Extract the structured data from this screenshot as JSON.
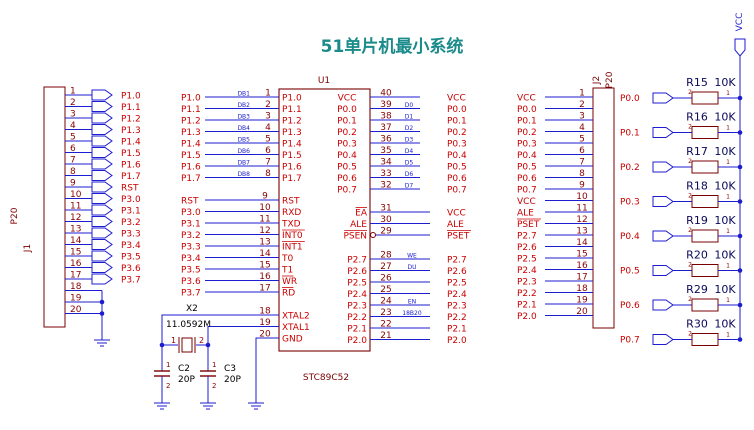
{
  "title": "51单片机最小系统",
  "colors": {
    "wire": "#1c1cd0",
    "body": "#7a0000",
    "pin": "#8a0000",
    "netlabel": "#cc0000",
    "title": "#1a8a8a",
    "resval": "#0a0a5a",
    "vcc": "#2222cc"
  },
  "j1": {
    "ref": "J1",
    "type": "P20",
    "pins": [
      "1",
      "2",
      "3",
      "4",
      "5",
      "6",
      "7",
      "8",
      "9",
      "10",
      "11",
      "12",
      "13",
      "14",
      "15",
      "16",
      "17",
      "18",
      "19",
      "20"
    ],
    "nets": [
      "P1.0",
      "P1.1",
      "P1.2",
      "P1.3",
      "P1.4",
      "P1.5",
      "P1.6",
      "P1.7",
      "RST",
      "P3.0",
      "P3.1",
      "P3.2",
      "P3.3",
      "P3.4",
      "P3.5",
      "P3.6",
      "P3.7"
    ]
  },
  "u1": {
    "ref": "U1",
    "part": "STC89C52",
    "left_top": {
      "ext": [
        "P1.0",
        "P1.1",
        "P1.2",
        "P1.3",
        "P1.4",
        "P1.5",
        "P1.6",
        "P1.7"
      ],
      "bus": [
        "DB1",
        "DB2",
        "DB3",
        "DB4",
        "DB5",
        "DB6",
        "DB7",
        "DB8"
      ],
      "pins": [
        "1",
        "2",
        "3",
        "4",
        "5",
        "6",
        "7",
        "8"
      ],
      "names": [
        "P1.0",
        "P1.1",
        "P1.2",
        "P1.3",
        "P1.4",
        "P1.5",
        "P1.6",
        "P1.7"
      ]
    },
    "left_bottom": {
      "ext": [
        "RST",
        "P3.0",
        "P3.1",
        "P3.2",
        "P3.3",
        "P3.4",
        "P3.5",
        "P3.6",
        "P3.7"
      ],
      "pins": [
        "9",
        "10",
        "11",
        "12",
        "13",
        "14",
        "15",
        "16",
        "17"
      ],
      "names": [
        "RST",
        "RXD",
        "TXD",
        "INT0",
        "INT1",
        "T0",
        "T1",
        "WR",
        "RD"
      ]
    },
    "left_clock": {
      "pins": [
        "18",
        "19",
        "20"
      ],
      "names": [
        "XTAL2",
        "XTAL1",
        "GND"
      ]
    },
    "right_top": {
      "pins": [
        "40",
        "39",
        "38",
        "37",
        "36",
        "35",
        "34",
        "33",
        "32"
      ],
      "names": [
        "VCC",
        "P0.0",
        "P0.1",
        "P0.2",
        "P0.3",
        "P0.4",
        "P0.5",
        "P0.6",
        "P0.7"
      ],
      "bus": [
        "",
        "D0",
        "D1",
        "D2",
        "D3",
        "D4",
        "D5",
        "D6",
        "D7"
      ],
      "ext": [
        "VCC",
        "P0.0",
        "P0.1",
        "P0.2",
        "P0.3",
        "P0.4",
        "P0.5",
        "P0.6",
        "P0.7"
      ]
    },
    "right_mid": {
      "pins": [
        "31",
        "30",
        "29"
      ],
      "names": [
        "EA",
        "ALE",
        "PSEN"
      ],
      "ext": [
        "VCC",
        "ALE",
        "PSET"
      ]
    },
    "right_bottom": {
      "pins": [
        "28",
        "27",
        "26",
        "25",
        "24",
        "23",
        "22",
        "21"
      ],
      "names": [
        "P2.7",
        "P2.6",
        "P2.5",
        "P2.4",
        "P2.3",
        "P2.2",
        "P2.1",
        "P2.0"
      ],
      "bus": [
        "WE",
        "DU",
        "",
        "",
        "EN",
        "18B20",
        "",
        ""
      ],
      "ext": [
        "P2.7",
        "P2.6",
        "P2.5",
        "P2.4",
        "P2.3",
        "P2.2",
        "P2.1",
        "P2.0"
      ]
    }
  },
  "crystal": {
    "ref": "X2",
    "value": "11.0592M",
    "pin1": "1",
    "pin2": "2"
  },
  "caps": [
    {
      "ref": "C2",
      "value": "20P",
      "pin1": "1",
      "pin2": "2"
    },
    {
      "ref": "C3",
      "value": "20P",
      "pin1": "1",
      "pin2": "2"
    }
  ],
  "j2": {
    "ref": "J2",
    "type": "P20",
    "pins": [
      "1",
      "2",
      "3",
      "4",
      "5",
      "6",
      "7",
      "8",
      "9",
      "10",
      "11",
      "12",
      "13",
      "14",
      "15",
      "16",
      "17",
      "18",
      "19",
      "20"
    ],
    "nets": [
      "VCC",
      "P0.0",
      "P0.1",
      "P0.2",
      "P0.3",
      "P0.4",
      "P0.5",
      "P0.6",
      "P0.7",
      "VCC",
      "ALE",
      "PSET",
      "P2.7",
      "P2.6",
      "P2.5",
      "P2.4",
      "P2.3",
      "P2.2",
      "P2.1",
      "P2.0"
    ]
  },
  "pullups": {
    "vcc": "VCC",
    "nets": [
      "P0.0",
      "P0.1",
      "P0.2",
      "P0.3",
      "P0.4",
      "P0.5",
      "P0.6",
      "P0.7"
    ],
    "refs": [
      "R15",
      "R16",
      "R17",
      "R18",
      "R19",
      "R20",
      "R29",
      "R30"
    ],
    "value": "10K",
    "pin1": "1",
    "pin2": "2"
  }
}
